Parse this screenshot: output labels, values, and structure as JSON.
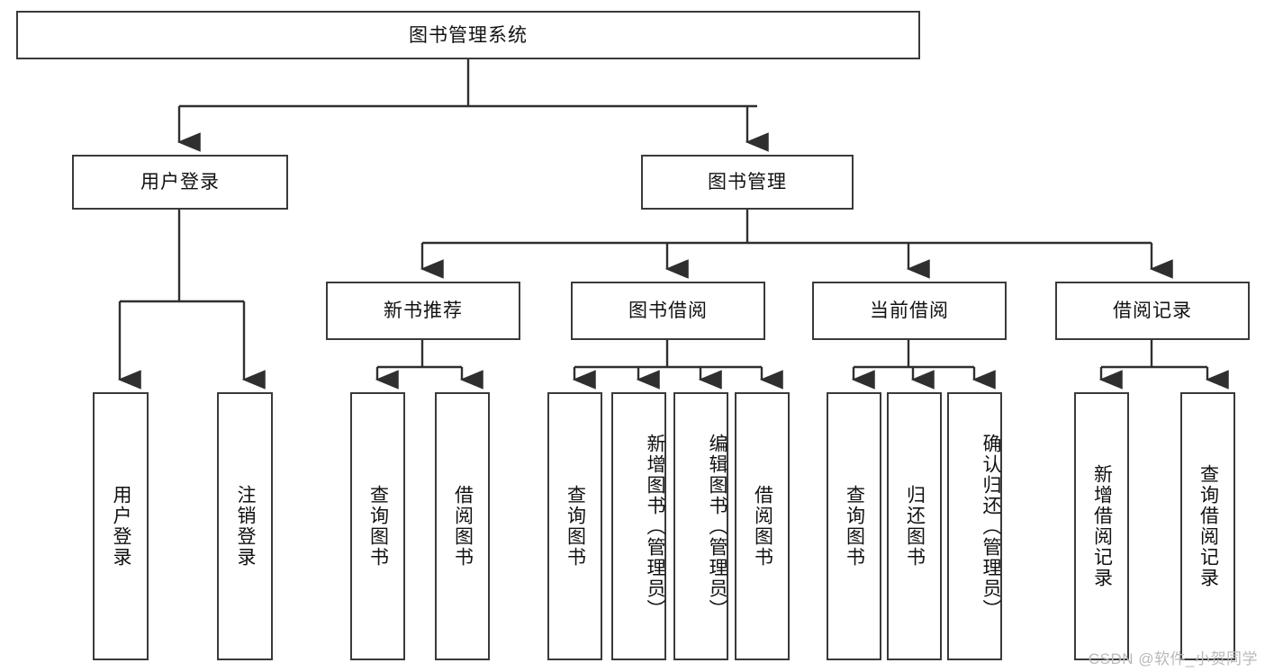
{
  "diagram": {
    "title": "图书管理系统",
    "type": "tree",
    "root": {
      "label": "图书管理系统"
    },
    "level2": [
      {
        "id": "user-login",
        "label": "用户登录"
      },
      {
        "id": "book-manage",
        "label": "图书管理"
      }
    ],
    "level3": [
      {
        "id": "new-book-recommend",
        "label": "新书推荐",
        "parent": "book-manage"
      },
      {
        "id": "book-borrow",
        "label": "图书借阅",
        "parent": "book-manage"
      },
      {
        "id": "current-borrow",
        "label": "当前借阅",
        "parent": "book-manage"
      },
      {
        "id": "borrow-record",
        "label": "借阅记录",
        "parent": "book-manage"
      }
    ],
    "leaves": {
      "user_login": [
        {
          "id": "leaf-user-login",
          "label": "用户登录"
        },
        {
          "id": "leaf-user-logout",
          "label": "注销登录"
        }
      ],
      "new_book_recommend": [
        {
          "id": "leaf-query-book-1",
          "label": "查询图书"
        },
        {
          "id": "leaf-borrow-book-1",
          "label": "借阅图书"
        }
      ],
      "book_borrow": [
        {
          "id": "leaf-query-book-2",
          "label": "查询图书"
        },
        {
          "id": "leaf-add-book",
          "label": "新增图书（管理员）"
        },
        {
          "id": "leaf-edit-book",
          "label": "编辑图书（管理员）"
        },
        {
          "id": "leaf-borrow-book-2",
          "label": "借阅图书"
        }
      ],
      "current_borrow": [
        {
          "id": "leaf-query-book-3",
          "label": "查询图书"
        },
        {
          "id": "leaf-return-book",
          "label": "归还图书"
        },
        {
          "id": "leaf-confirm-return",
          "label": "确认归还（管理员）"
        }
      ],
      "borrow_record": [
        {
          "id": "leaf-add-record",
          "label": "新增借阅记录"
        },
        {
          "id": "leaf-query-record",
          "label": "查询借阅记录"
        }
      ]
    }
  },
  "watermark": {
    "text": "CSDN @软件_小贺同学"
  },
  "colors": {
    "stroke": "#3a3a3a",
    "fill": "#ffffff",
    "text": "#111111",
    "watermark": "#b9b9b9"
  }
}
